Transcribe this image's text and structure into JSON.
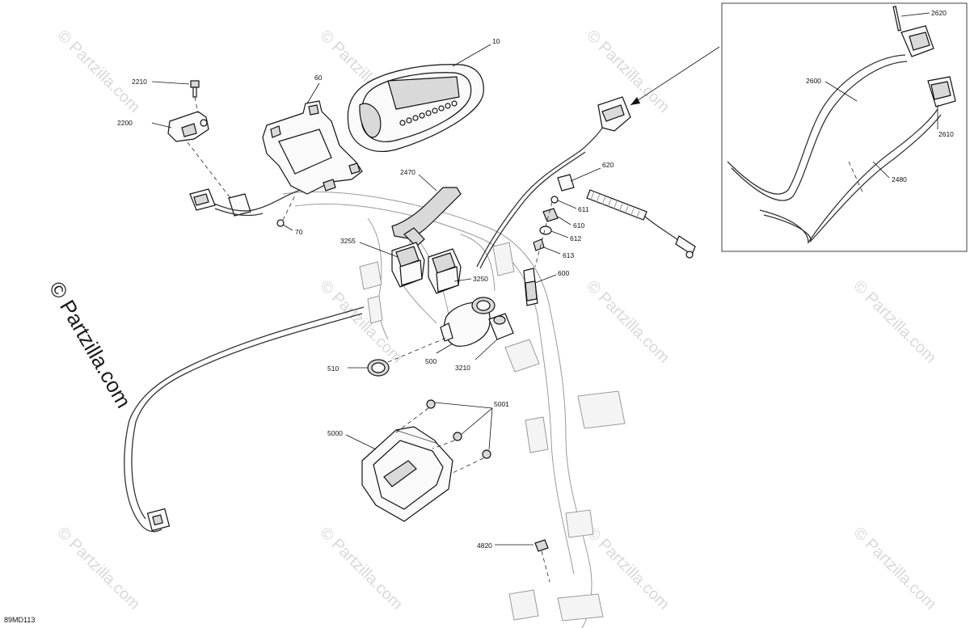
{
  "diagram": {
    "drawing_code": "89MD113",
    "vertical_watermark": "© Partzilla.com",
    "tiled_watermark": "© Partzilla.com",
    "callouts": [
      "10",
      "60",
      "2200",
      "2210",
      "70",
      "2470",
      "620",
      "611",
      "610",
      "612",
      "613",
      "600",
      "3255",
      "3250",
      "510",
      "500",
      "3210",
      "5000",
      "5001",
      "4820",
      "2620",
      "2600",
      "2610",
      "2480"
    ]
  }
}
